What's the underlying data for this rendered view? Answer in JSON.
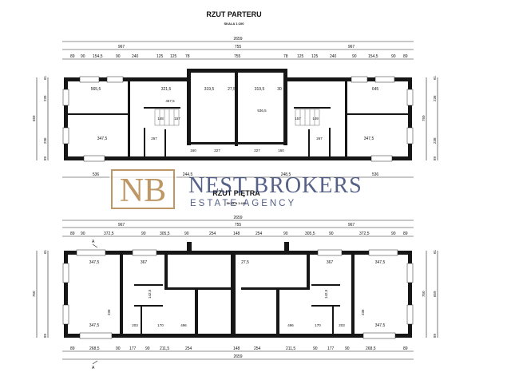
{
  "ground": {
    "title": "RZUT PARTERU",
    "scale": "SKALA 1:100",
    "total": "2659",
    "top_segments": [
      "967",
      "755",
      "967"
    ],
    "top_details": [
      "89",
      "90",
      "154,5",
      "90",
      "240",
      "125",
      "125",
      "78",
      "755",
      "78",
      "125",
      "125",
      "240",
      "90",
      "154,5",
      "90",
      "89"
    ],
    "rooms": [
      "565,5",
      "321,5",
      "319,5",
      "27,5",
      "319,5",
      "30",
      "645",
      "457,5",
      "536,5",
      "148",
      "157",
      "157",
      "149",
      "347,5",
      "267",
      "267",
      "347,5",
      "160",
      "227",
      "227",
      "160"
    ],
    "left_dims": [
      "61",
      "239",
      "659",
      "236",
      "89"
    ],
    "right_dims": [
      "61",
      "236",
      "750",
      "238",
      "89"
    ],
    "bottom": [
      "536",
      "244,5",
      "248,5",
      "536"
    ]
  },
  "first": {
    "title": "RZUT PIĘTRA",
    "scale": "SKALA 1:100",
    "total": "2659",
    "top_segments": [
      "967",
      "755",
      "967"
    ],
    "top_details": [
      "89",
      "90",
      "372,5",
      "90",
      "305,5",
      "90",
      "254",
      "148",
      "254",
      "90",
      "305,5",
      "90",
      "372,5",
      "90",
      "89"
    ],
    "rooms": [
      "347,5",
      "367",
      "27,5",
      "367",
      "347,5",
      "142,5",
      "142,5",
      "203",
      "170",
      "170",
      "203",
      "347,5",
      "347,5",
      "496",
      "496",
      "236",
      "236"
    ],
    "left_dims": [
      "61",
      "750",
      "89"
    ],
    "right_dims": [
      "61",
      "659",
      "750",
      "89"
    ],
    "bottom": [
      "89",
      "268,5",
      "90",
      "177",
      "90",
      "211,5",
      "254",
      "148",
      "254",
      "211,5",
      "90",
      "177",
      "90",
      "268,5",
      "89"
    ],
    "bottom_total": "2659",
    "section": "A"
  },
  "watermark": {
    "logo": "NB",
    "name": "NEST BROKERS",
    "tagline": "ESTATE AGENCY"
  },
  "colors": {
    "wall": "#161616",
    "watermark": "#3f4c78",
    "logo_gold": "#b48a52"
  }
}
